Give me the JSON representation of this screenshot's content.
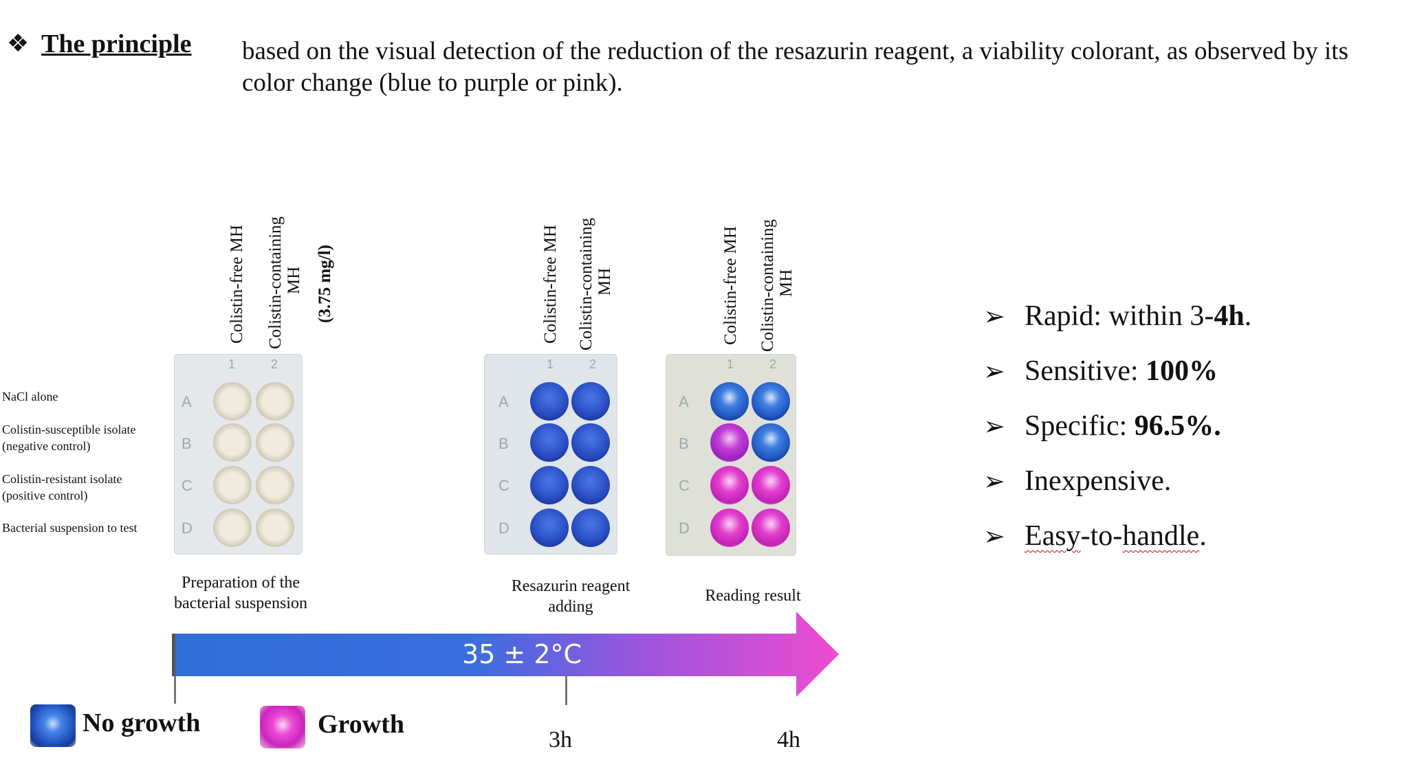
{
  "header": {
    "bullet_icon": "diamond-bullet-icon",
    "bullet_glyph": "❖",
    "label": "The principle",
    "text_line1": "based on the visual detection of the reduction of the resazurin reagent, a viability colorant, as observed by its",
    "text_line2": "color change (blue to purple or pink)."
  },
  "columns": {
    "plate1_col1": "Colistin-free MH",
    "plate1_col2_line1": "Colistin-containing",
    "plate1_col2_line2": "MH",
    "plate1_conc": "(3.75 mg/l)",
    "plate2_col1": "Colistin-free MH",
    "plate2_col2_line1": "Colistin-containing",
    "plate2_col2_line2": "MH",
    "plate3_col1": "Colistin-free MH",
    "plate3_col2_line1": "Colistin-containing",
    "plate3_col2_line2": "MH"
  },
  "rows": {
    "row_a": "NaCl alone",
    "row_b_line1": "Colistin-susceptible isolate",
    "row_b_line2": "(negative control)",
    "row_c_line1": "Colistin-resistant isolate",
    "row_c_line2": "(positive control)",
    "row_d": "Bacterial suspension to test"
  },
  "plate_markings": {
    "row_letters": [
      "A",
      "B",
      "C",
      "D"
    ],
    "col_numbers": [
      "1",
      "2"
    ]
  },
  "steps": {
    "step1_line1": "Preparation of the",
    "step1_line2": "bacterial suspension",
    "step2_line1": "Resazurin reagent",
    "step2_line2": "adding",
    "step3": "Reading result"
  },
  "timeline": {
    "temperature": "35 ± 2°C",
    "t1": "3h",
    "t2": "4h",
    "gradient_start": "#2f6fd8",
    "gradient_end": "#ee4ccf"
  },
  "legend": {
    "no_growth": "No growth",
    "growth": "Growth",
    "no_growth_color": "#2a63c9",
    "growth_color": "#e23fc8"
  },
  "features": {
    "bullet_icon": "arrowhead-bullet-icon",
    "bullet_glyph": "➢",
    "f1_prefix": "Rapid: within 3-",
    "f1_bold": "4h",
    "f1_suffix": ".",
    "f2_prefix": "Sensitive: ",
    "f2_bold": "100%",
    "f3_prefix": "Specific: ",
    "f3_bold": "96.5%.",
    "f4": "Inexpensive.",
    "f5_a": "Easy",
    "f5_b": "-to-",
    "f5_c": "handle",
    "f5_d": "."
  },
  "colors": {
    "blue_well": "#2e58c9",
    "pink_well": "#dc34c4",
    "purple_well": "#c13fd0",
    "empty_well": "#e9e4d6"
  }
}
